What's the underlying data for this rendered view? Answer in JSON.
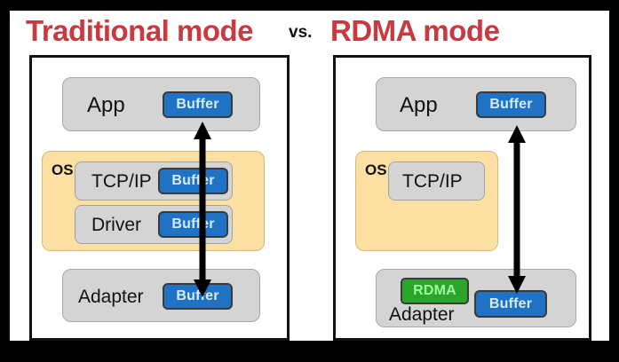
{
  "title": {
    "left": "Traditional mode",
    "vs": "vs.",
    "right": "RDMA mode"
  },
  "colors": {
    "title_red": "#c9393f",
    "buffer_blue": "#1f72c4",
    "buffer_text": "#d5ecff",
    "rdma_green": "#2aa52a",
    "rdma_text": "#9dfb9d",
    "os_yellow": "#fbdfa3",
    "block_gray": "#d4d4d4",
    "frame_black": "#111111",
    "page_background": "#000000",
    "canvas_white": "#ffffff"
  },
  "panels": {
    "traditional": {
      "app": {
        "label": "App",
        "buffer": "Buffer"
      },
      "os": {
        "label": "OS",
        "layers": [
          {
            "label": "TCP/IP",
            "buffer": "Buffer"
          },
          {
            "label": "Driver",
            "buffer": "Buffer"
          }
        ]
      },
      "adapter": {
        "label": "Adapter",
        "buffer": "Buffer"
      },
      "arrow": {
        "name": "data-path-arrow",
        "direction": "double"
      }
    },
    "rdma": {
      "app": {
        "label": "App",
        "buffer": "Buffer"
      },
      "os": {
        "label": "OS",
        "layers": [
          {
            "label": "TCP/IP"
          }
        ]
      },
      "adapter": {
        "label": "Adapter",
        "offload": "RDMA",
        "buffer": "Buffer"
      },
      "arrow": {
        "name": "data-path-arrow",
        "direction": "double"
      }
    }
  }
}
